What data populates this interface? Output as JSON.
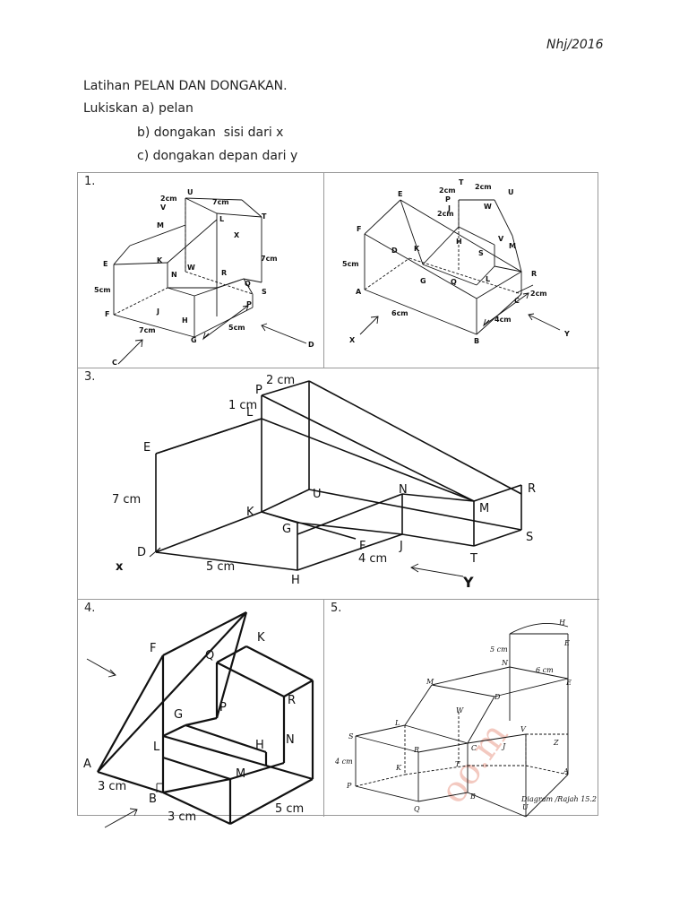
{
  "header": {
    "date": "Nhj/2016"
  },
  "intro": {
    "title": "Latihan PELAN DAN DONGAKAN.",
    "instruction": "Lukiskan a) pelan",
    "item_b": "b) dongakan  sisi dari x",
    "item_c": "c) dongakan depan dari y"
  },
  "questions": [
    {
      "number": "1.",
      "labels": [
        "U",
        "7cm",
        "T",
        "2cm",
        "V",
        "L",
        "M",
        "X",
        "7cm",
        "E",
        "K",
        "N",
        "W",
        "R",
        "Q",
        "S",
        "5cm",
        "J",
        "H",
        "P",
        "F",
        "7cm",
        "G",
        "5cm",
        "C",
        "D"
      ]
    },
    {
      "number": "",
      "labels": [
        "T",
        "2cm",
        "2cm",
        "U",
        "E",
        "P",
        "J",
        "W",
        "2cm",
        "F",
        "H",
        "V",
        "K",
        "D",
        "S",
        "M",
        "5cm",
        "G",
        "Q",
        "L",
        "R",
        "A",
        "C",
        "2cm",
        "6cm",
        "4cm",
        "B",
        "X",
        "Y"
      ]
    },
    {
      "number": "3.",
      "labels": [
        "2 cm",
        "P",
        "1 cm",
        "L",
        "E",
        "U",
        "N",
        "R",
        "7 cm",
        "K",
        "M",
        "G",
        "F",
        "S",
        "J",
        "D",
        "4 cm",
        "T",
        "x",
        "5 cm",
        "H",
        "Y"
      ]
    },
    {
      "number": "4.",
      "labels": [
        "K",
        "F",
        "Q",
        "R",
        "P",
        "G",
        "N",
        "L",
        "H",
        "A",
        "M",
        "3 cm",
        "B",
        "5 cm",
        "3 cm"
      ]
    },
    {
      "number": "5.",
      "labels": [
        "H",
        "5 cm",
        "E",
        "N",
        "6 cm",
        "M",
        "E",
        "D",
        "W",
        "S",
        "L",
        "V",
        "Z",
        "4 cm",
        "R",
        "C",
        "J",
        "K",
        "T",
        "A",
        "P",
        "B",
        "U",
        "Q",
        "Diagram /Rajah 15.2"
      ]
    }
  ]
}
